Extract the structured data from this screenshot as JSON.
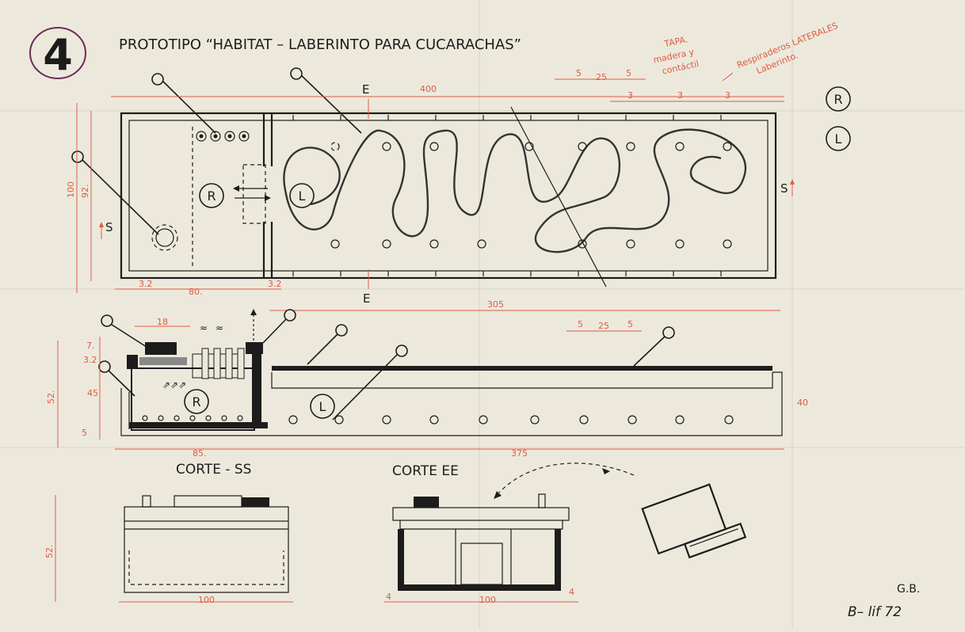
{
  "sheet": {
    "number": "4",
    "title": "PROTOTIPO “HABITAT – LABERINTO PARA CUCARACHAS”",
    "initials": "G.B.",
    "signature": "B– lif 72"
  },
  "annotations": {
    "tapa_title": "TAPA.",
    "tapa_line1": "madera y",
    "tapa_line2": "contáctil",
    "respiraderos_line1": "Respiraderos LATERALES",
    "respiraderos_line2": "Laberinto."
  },
  "legend": {
    "r": "R",
    "l": "L"
  },
  "plan": {
    "room_label": "R",
    "maze_label": "L",
    "section_s": "S",
    "section_e": "E"
  },
  "dimensions": {
    "top_total": "400",
    "top_5a": "5",
    "top_25": "25",
    "top_5b": "5",
    "top_3a": "3",
    "top_3b": "3",
    "top_3c": "3",
    "left_100": "100",
    "left_92": "92.",
    "bottom_32a": "3.2",
    "bottom_80": "80.",
    "bottom_32b": "3.2",
    "mid_305": "305",
    "elev_18": "18",
    "elev_5a": "5",
    "elev_25": "25",
    "elev_5b": "5",
    "elev_7": "7.",
    "elev_32": "3.2",
    "elev_45": "45",
    "elev_52": "52.",
    "elev_5": "5",
    "elev_40": "40",
    "elev_85": "85.",
    "elev_375": "375",
    "sect_52": "52.",
    "sect_100a": "100",
    "sect_4a": "4",
    "sect_100b": "100",
    "sect_4b": "4"
  },
  "elevation": {
    "room_label": "R",
    "maze_label": "L"
  },
  "sections": {
    "ss_title": "CORTE - SS",
    "ee_title": "CORTE EE"
  }
}
